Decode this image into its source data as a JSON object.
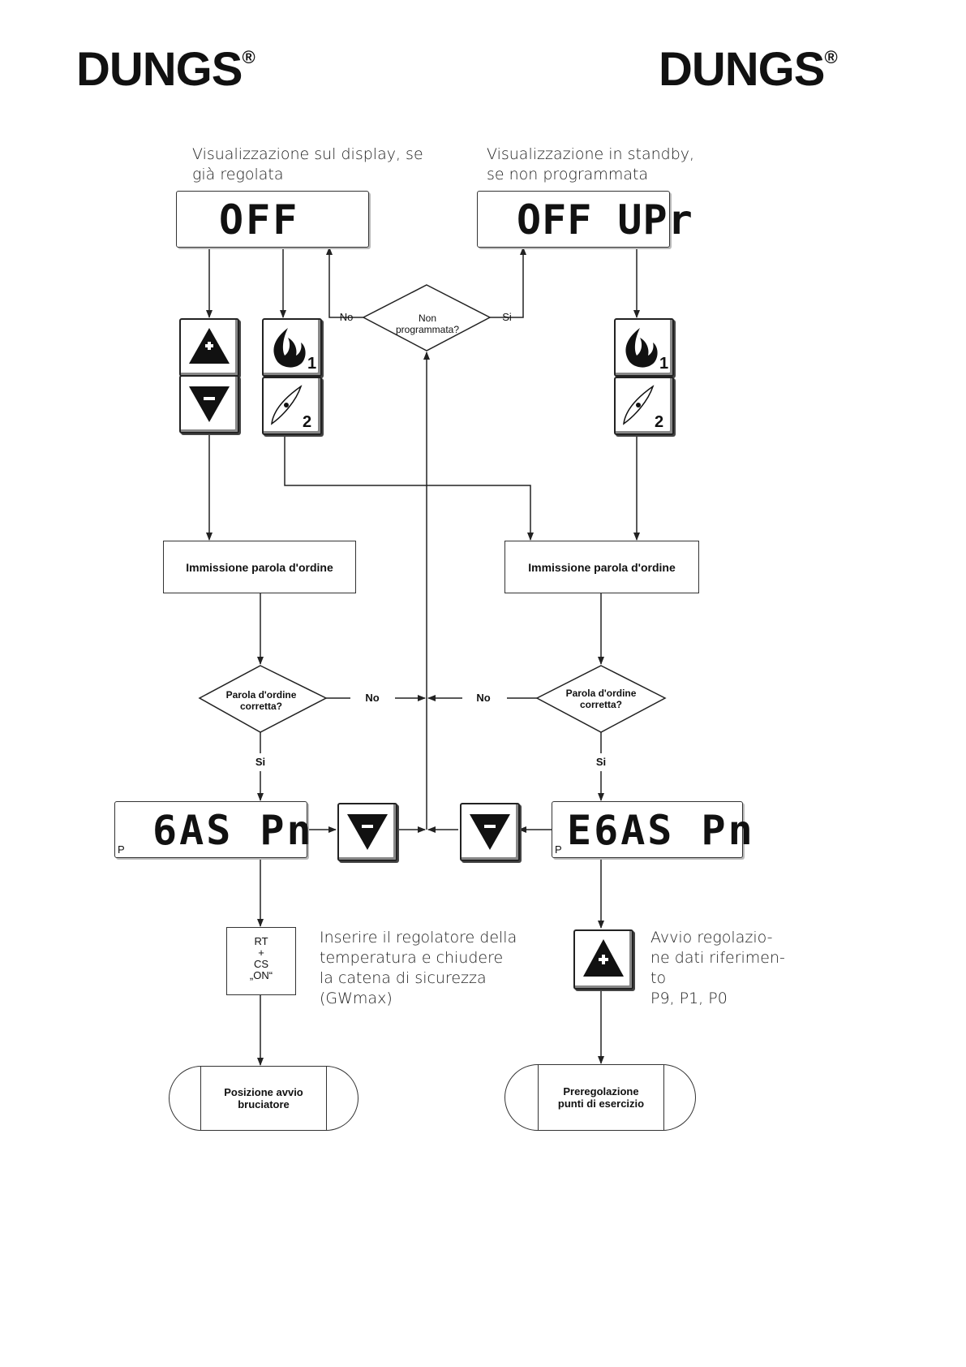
{
  "header": {
    "logo_left": "DUNGS",
    "logo_right": "DUNGS",
    "registered": "®"
  },
  "left_column": {
    "caption_lines": [
      "Visualizzazione sul display, se",
      "già regolata"
    ],
    "display": "OFF",
    "password_box": "Immissione parola d'ordine",
    "password_decision": [
      "Parola d'ordine",
      "corretta?"
    ],
    "no_label": "No",
    "yes_label": "Si",
    "gas_display": "6AS Pn",
    "gas_display_mark": "P",
    "rt_box": [
      "RT",
      "+",
      "CS",
      "„ON“"
    ],
    "instruction_lines": [
      "Inserire il regolatore della",
      "temperatura e chiudere",
      "la catena di sicurezza",
      "(GWmax)"
    ],
    "terminal": [
      "Posizione avvio",
      "bruciatore"
    ],
    "button_labels": {
      "flame_number": "1",
      "fan_number": "2"
    }
  },
  "center": {
    "decision": [
      "Non",
      "programmata?"
    ],
    "no_label": "No",
    "yes_label": "Si"
  },
  "right_column": {
    "caption_lines": [
      "Visualizzazione in standby,",
      "se non programmata"
    ],
    "display": "OFF UPr",
    "password_box": "Immissione parola d'ordine",
    "password_decision": [
      "Parola d'ordine",
      "corretta?"
    ],
    "no_label": "No",
    "yes_label": "Si",
    "gas_display": "E6AS Pn",
    "gas_display_mark": "P",
    "instruction_lines": [
      "Avvio regolazio-",
      "ne dati riferimen-",
      "to",
      "P9, P1, P0"
    ],
    "terminal": [
      "Preregolazione",
      "punti di esercizio"
    ],
    "button_labels": {
      "flame_number": "1",
      "fan_number": "2"
    }
  },
  "icons": [
    "plus-button-icon",
    "minus-button-icon",
    "flame-icon",
    "fan-blade-icon"
  ],
  "colors": {
    "ink": "#111111",
    "button_face": "#222222"
  }
}
